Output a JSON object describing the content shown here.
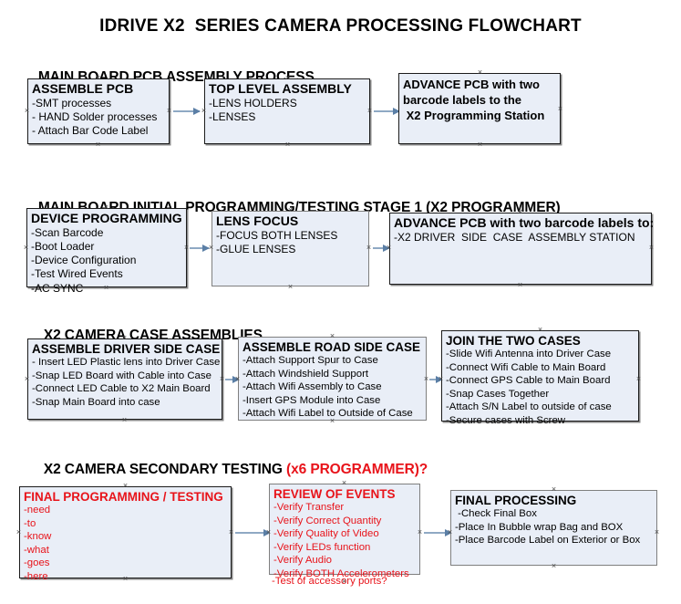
{
  "document": {
    "title": "IDRIVE X2  SERIES CAMERA PROCESSING FLOWCHART"
  },
  "sections": [
    {
      "id": "main-board-pcb-assembly-process",
      "heading": "MAIN BOARD PCB ASSEMBLY PROCESS",
      "heading_accent": "",
      "boxes": [
        {
          "id": "assemble-pcb",
          "title": "ASSEMBLE PCB",
          "lines": [
            "-SMT processes",
            "- HAND Solder processes",
            "- Attach Bar Code Label"
          ]
        },
        {
          "id": "top-level-assembly",
          "title": "TOP LEVEL ASSEMBLY",
          "lines": [
            "-LENS HOLDERS",
            "-LENSES"
          ]
        },
        {
          "id": "advance-pcb-to-x2-programming-station",
          "title": "ADVANCE PCB with two",
          "lines": [
            "barcode labels to the",
            " X2 Programming Station"
          ]
        }
      ]
    },
    {
      "id": "main-board-initial-programming-testing-stage-1",
      "heading": "MAIN BOARD INITIAL PROGRAMMING/TESTING STAGE 1 (X2 PROGRAMMER)",
      "heading_accent": "",
      "boxes": [
        {
          "id": "device-programming",
          "title": "DEVICE PROGRAMMING",
          "lines": [
            "-Scan Barcode",
            "-Boot Loader",
            "-Device Configuration",
            "-Test Wired Events",
            "-AC SYNC"
          ]
        },
        {
          "id": "lens-focus",
          "title": "LENS FOCUS",
          "lines": [
            "-FOCUS BOTH LENSES",
            "-GLUE LENSES"
          ]
        },
        {
          "id": "advance-pcb-to-driver-side-case-assembly-station",
          "title": "ADVANCE PCB with two barcode labels to:",
          "lines": [
            "-X2 DRIVER  SIDE  CASE  ASSEMBLY STATION"
          ]
        }
      ]
    },
    {
      "id": "x2-camera-case-assemblies",
      "heading": "X2 CAMERA CASE ASSEMBLIES",
      "heading_accent": "",
      "boxes": [
        {
          "id": "assemble-driver-side-case",
          "title": "ASSEMBLE DRIVER SIDE CASE",
          "lines": [
            "- Insert LED Plastic lens into Driver Case",
            "-Snap LED Board with Cable into Case",
            "-Connect LED Cable to X2 Main Board",
            "-Snap Main Board into case"
          ]
        },
        {
          "id": "assemble-road-side-case",
          "title": "ASSEMBLE ROAD SIDE CASE",
          "lines": [
            "-Attach Support Spur to Case",
            "-Attach Windshield Support",
            "-Attach Wifi Assembly to Case",
            "-Insert GPS Module into Case",
            "-Attach Wifi Label to Outside of Case"
          ]
        },
        {
          "id": "join-the-two-cases",
          "title": "JOIN THE TWO CASES",
          "lines": [
            "-Slide Wifi Antenna into Driver Case",
            "-Connect Wifi Cable to Main Board",
            "-Connect GPS Cable to Main Board",
            "-Snap Cases Together",
            "-Attach S/N Label to outside of case",
            "-Secure cases with Screw"
          ]
        }
      ]
    },
    {
      "id": "x2-camera-secondary-testing",
      "heading": "X2 CAMERA SECONDARY TESTING ",
      "heading_accent": "(x6 PROGRAMMER)?",
      "boxes": [
        {
          "id": "final-programming-testing",
          "title": "FINAL PROGRAMMING / TESTING",
          "lines": [
            "-need",
            "-to",
            "-know",
            "-what",
            "-goes",
            "-here"
          ]
        },
        {
          "id": "review-of-events",
          "title": "REVIEW OF EVENTS",
          "lines": [
            "-Verify Transfer",
            "-Verify Correct Quantity",
            "-Verify Quality of Video",
            "-Verify LEDs function",
            "-Verify Audio",
            "-Verify BOTH Accelerometers"
          ],
          "overflow_line": "-Test of accessory ports?"
        },
        {
          "id": "final-processing",
          "title": "FINAL PROCESSING",
          "lines": [
            " -Check Final Box",
            "-Place In Bubble wrap Bag and BOX",
            "-Place Barcode Label on Exterior or Box"
          ]
        }
      ]
    }
  ],
  "colors": {
    "box_fill": "#e9eef7",
    "box_border": "#1b1b1b",
    "box_border_gray": "#7f7f7f",
    "connector": "#8fa9c4",
    "arrowhead": "#5b7fa6",
    "accent_red": "#e8131a",
    "text": "#000000"
  }
}
